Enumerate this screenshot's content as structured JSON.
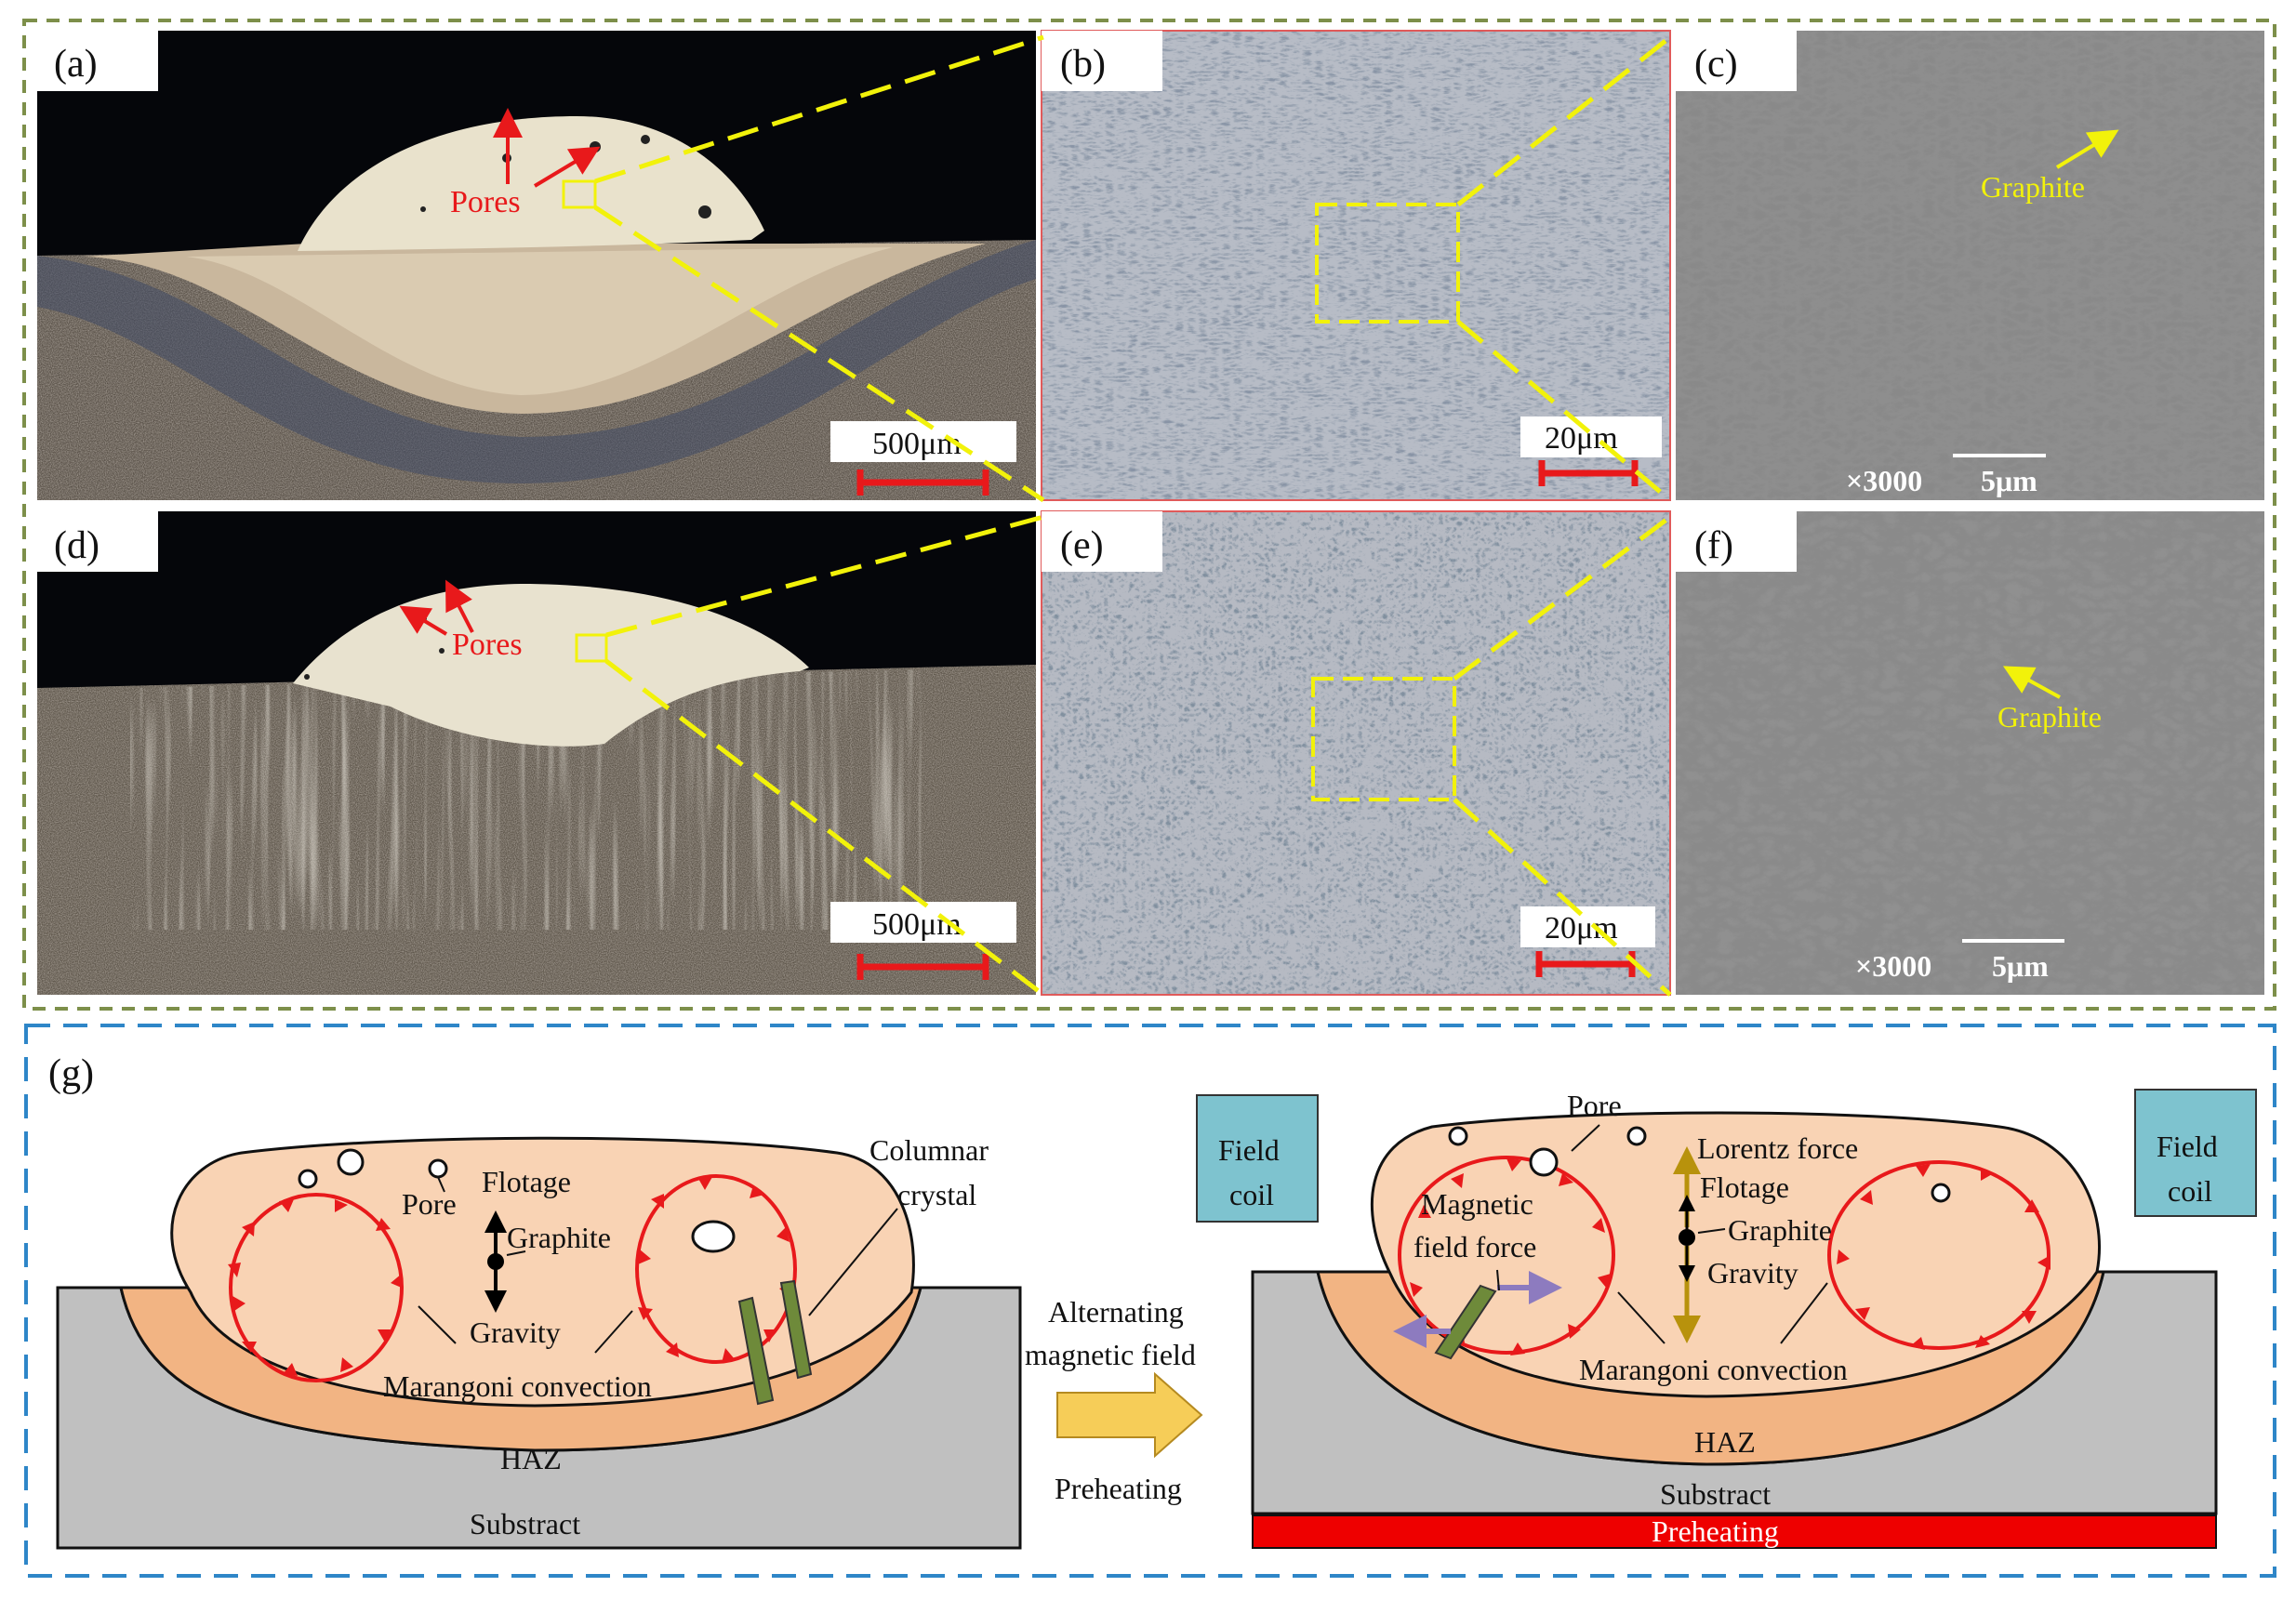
{
  "panels": {
    "a": {
      "label": "(a)",
      "scale_bar": "500μm",
      "annotation": "Pores"
    },
    "b": {
      "label": "(b)",
      "scale_bar": "20μm"
    },
    "c": {
      "label": "(c)",
      "magnification": "×3000",
      "scale_bar": "5μm",
      "annotation": "Graphite"
    },
    "d": {
      "label": "(d)",
      "scale_bar": "500μm",
      "annotation": "Pores"
    },
    "e": {
      "label": "(e)",
      "scale_bar": "20μm"
    },
    "f": {
      "label": "(f)",
      "magnification": "×3000",
      "scale_bar": "5μm",
      "annotation": "Graphite"
    }
  },
  "schematic": {
    "label": "(g)",
    "left": {
      "pore": "Pore",
      "flotage": "Flotage",
      "graphite": "Graphite",
      "gravity": "Gravity",
      "marangoni": "Marangoni convection",
      "columnar_line1": "Columnar",
      "columnar_line2": "crystal",
      "haz": "HAZ",
      "substrate": "Substract"
    },
    "middle": {
      "line1": "Alternating",
      "line2": "magnetic field",
      "line3": "Preheating"
    },
    "right": {
      "field_coil_left_line1": "Field",
      "field_coil_left_line2": "coil",
      "field_coil_right_line1": "Field",
      "field_coil_right_line2": "coil",
      "pore": "Pore",
      "lorentz": "Lorentz force",
      "flotage": "Flotage",
      "graphite": "Graphite",
      "gravity": "Gravity",
      "magnetic_line1": "Magnetic",
      "magnetic_line2": "field force",
      "marangoni": "Marangoni convection",
      "haz": "HAZ",
      "substrate": "Substract",
      "preheating_bar": "Preheating"
    }
  },
  "colors": {
    "frame_top": "#7d8f4a",
    "frame_bottom": "#2e86c8",
    "callout": "#f2f20a",
    "scale_bar": "#e8191b",
    "annotation_red": "#e8191b",
    "melt_pool": "#f9d3b4",
    "haz": "#f2b483",
    "substrate": "#c0c0c0",
    "field_coil": "#7ec3cf",
    "preheat_bar": "#ee0000",
    "force_arrow": "#b8920c",
    "magnetic_arrow": "#8d7bbf",
    "columnar": "#6e8a3a"
  }
}
